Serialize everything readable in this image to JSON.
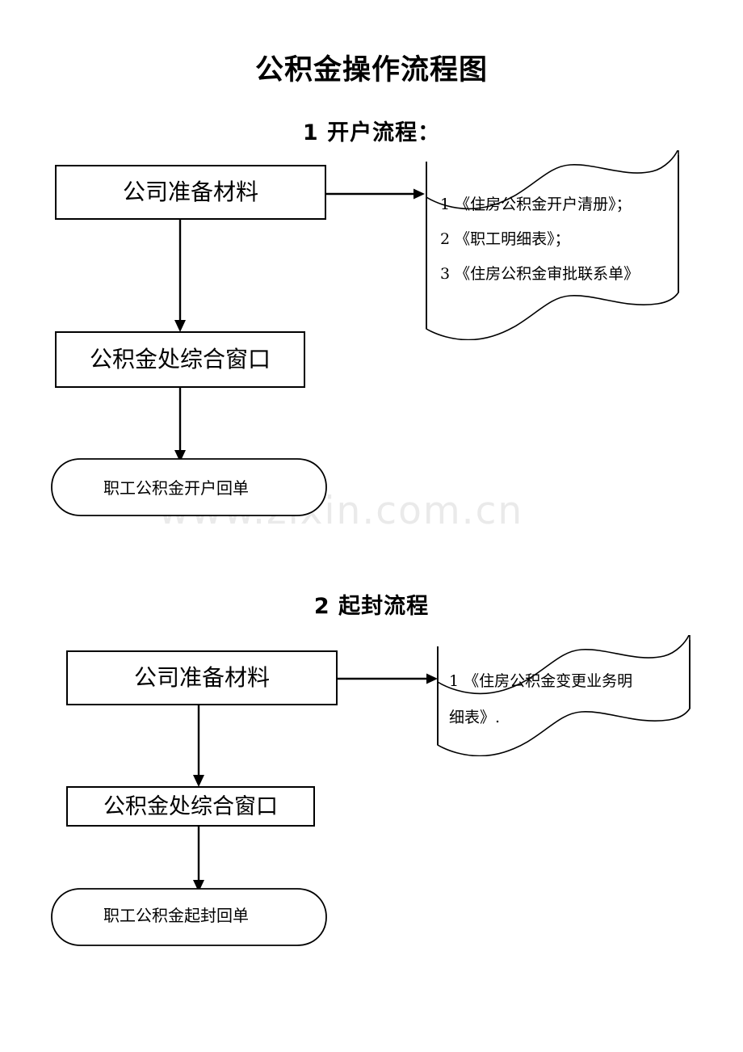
{
  "document": {
    "title": "公积金操作流程图",
    "watermark": "www.zixin.com.cn"
  },
  "sections": [
    {
      "heading": "1 开户流程：",
      "nodes": {
        "prepare": "公司准备材料",
        "window": "公积金处综合窗口",
        "result": "职工公积金开户回单"
      },
      "materials": {
        "lines": [
          "1 《住房公积金开户清册》；",
          "2 《职工明细表》；",
          "3 《住房公积金审批联系单》"
        ]
      }
    },
    {
      "heading": "2 起封流程",
      "nodes": {
        "prepare": "公司准备材料",
        "window": "公积金处综合窗口",
        "result": "职工公积金起封回单"
      },
      "materials": {
        "lines": [
          "1 《住房公积金变更业务明",
          "细表》."
        ]
      }
    }
  ],
  "style": {
    "stroke": "#000000",
    "background": "#ffffff",
    "watermark_color": "#eaeaea"
  }
}
